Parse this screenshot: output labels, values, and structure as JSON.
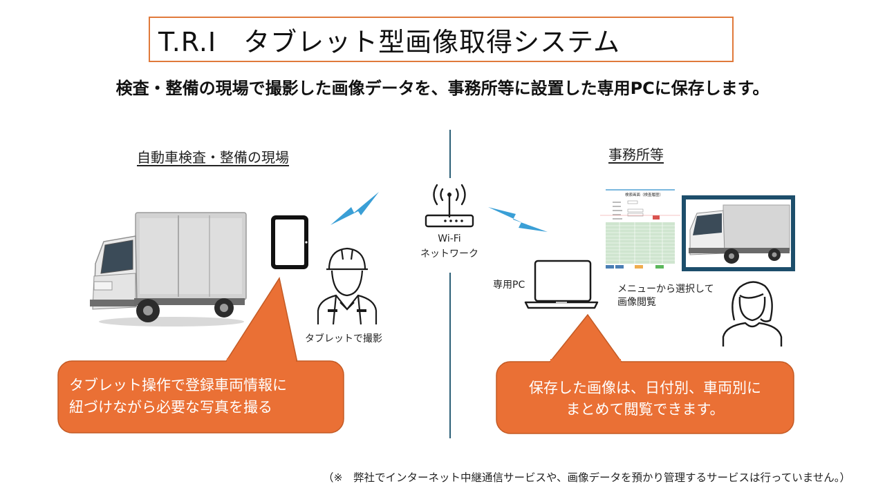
{
  "header": {
    "title": "T.R.I　タブレット型画像取得システム",
    "subtitle": "検査・整備の現場で撮影した画像データを、事務所等に設置した専用PCに保存します。"
  },
  "left": {
    "section_title": "自動車検査・整備の現場",
    "caption": "タブレットで撮影",
    "bubble_line1": "タブレット操作で登録車両情報に",
    "bubble_line2": "紐づけながら必要な写真を撮る"
  },
  "center": {
    "wifi_line1": "Wi-Fi",
    "wifi_line2": "ネットワーク"
  },
  "right": {
    "section_title": "事務所等",
    "pc_label": "専用PC",
    "menu_line1": "メニューから選択して",
    "menu_line2": "画像閲覧",
    "bubble_line1": "保存した画像は、日付別、車両別に",
    "bubble_line2": "まとめて閲覧できます。",
    "screen_title": "検索画面（検査履歴）"
  },
  "footnote": "（※　弊社でインターネット中継通信サービスや、画像データを預かり管理するサービスは行っていません。）",
  "colors": {
    "accent": "#e0793a",
    "bubble": "#ea7035",
    "divider": "#2b5e76",
    "lightning": "#3a9fd6",
    "frame": "#1d4e6b"
  },
  "icons": {
    "truck": "truck-icon",
    "tablet": "tablet-icon",
    "worker": "worker-icon",
    "router": "router-icon",
    "laptop": "laptop-icon",
    "woman": "woman-icon"
  }
}
